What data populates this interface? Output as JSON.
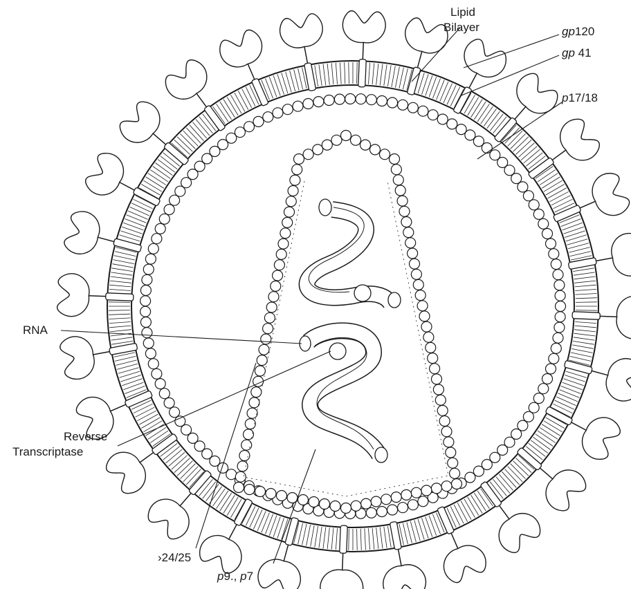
{
  "labels": {
    "lipid_bilayer": {
      "line1": "Lipid",
      "line2": "Bilayer"
    },
    "gp120": {
      "prefix": "gp",
      "suffix": "120"
    },
    "gp41": {
      "prefix": "gp",
      "suffix": " 41"
    },
    "p17_18": {
      "prefix": "p",
      "suffix": "17/18"
    },
    "rna": "RNA",
    "reverse_transcriptase": {
      "line1": "Reverse",
      "line2": "Transcriptase"
    },
    "p24_25": "›24/25",
    "p9_p7": {
      "a": "p",
      "b": "9., ",
      "c": "p",
      "d": "7"
    }
  }
}
